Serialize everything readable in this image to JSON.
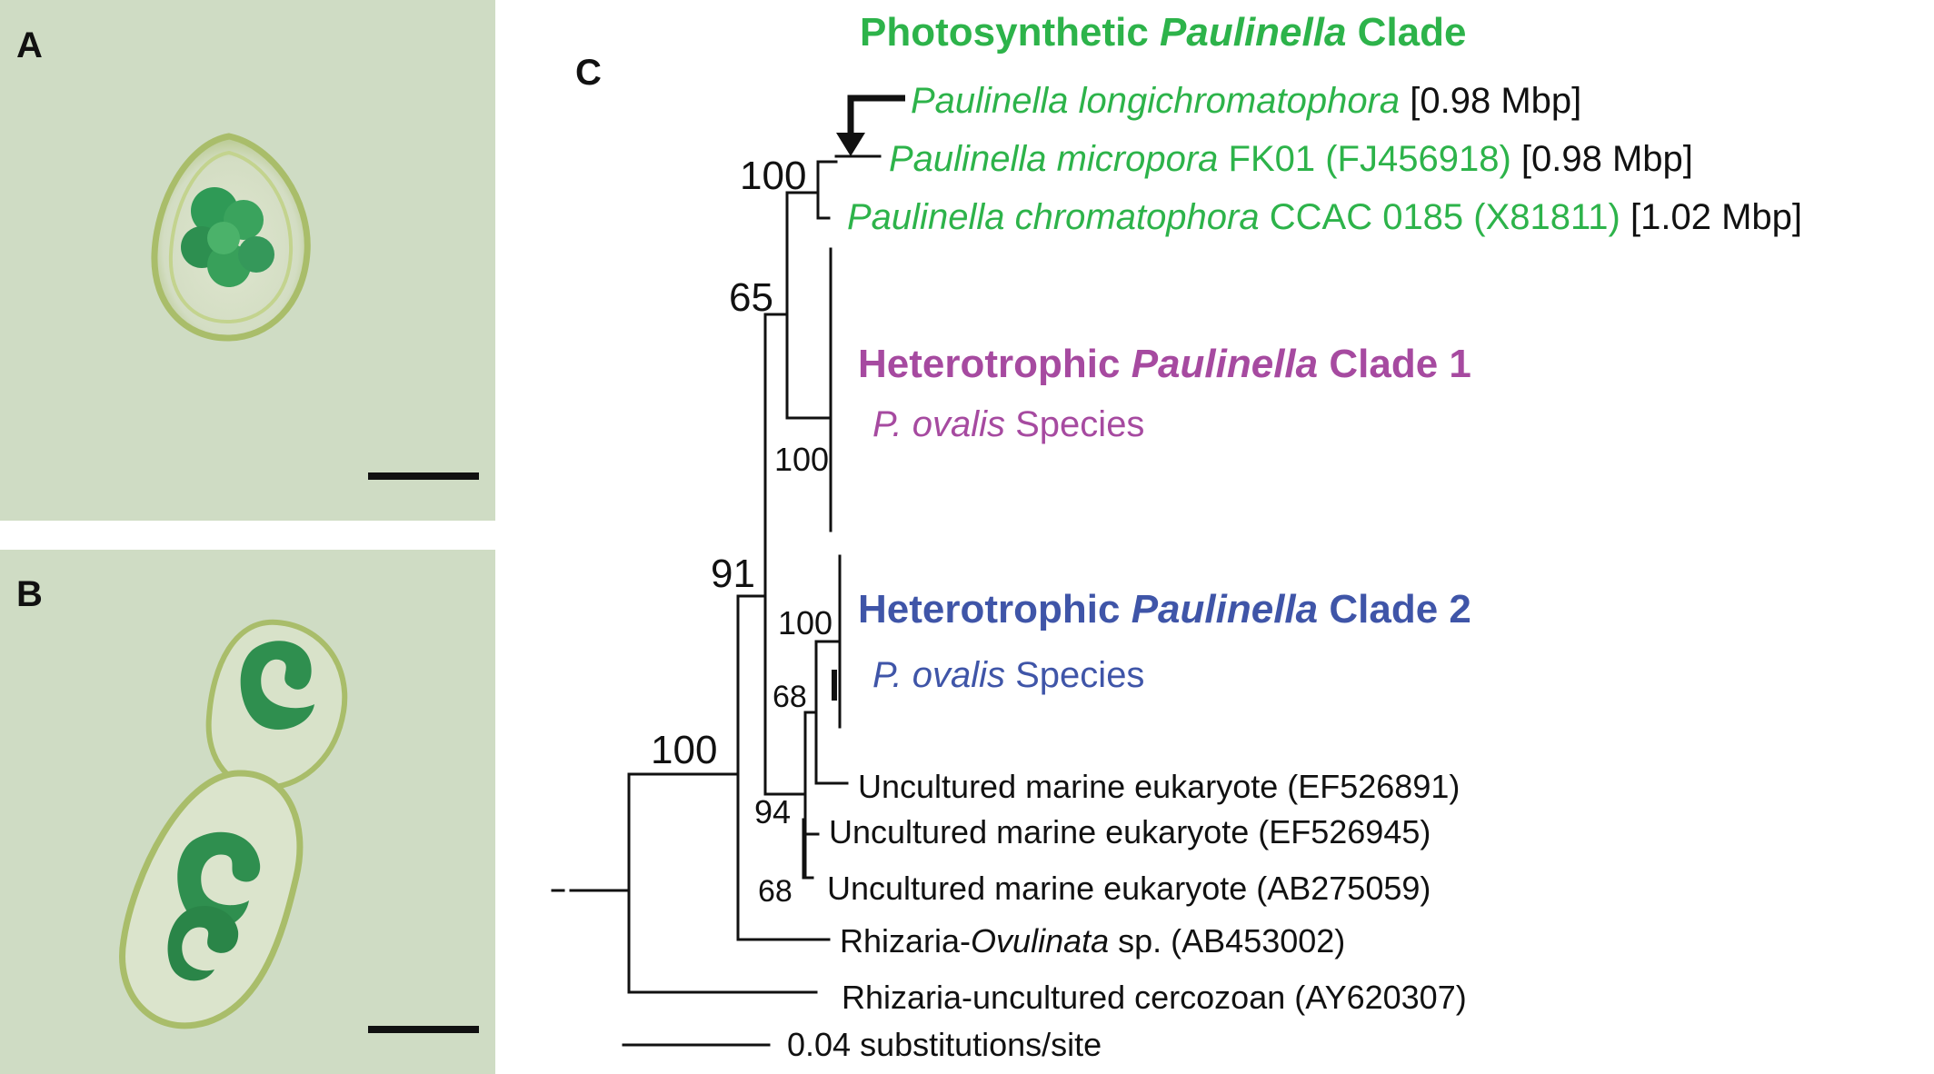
{
  "panels": {
    "a": "A",
    "b": "B",
    "c": "C"
  },
  "colors": {
    "photosynthetic": "#2db34a",
    "clade1": "#a64aa0",
    "clade2": "#3f55a8",
    "text": "#111111",
    "micrograph_bg": "#cfdcc4"
  },
  "clades": {
    "photosynthetic": {
      "pre": "Photosynthetic ",
      "genus": "Paulinella",
      "post": " Clade"
    },
    "clade1": {
      "pre": "Heterotrophic ",
      "genus": "Paulinella",
      "post": " Clade 1",
      "species_genus": "P. ovalis",
      "species_post": " Species"
    },
    "clade2": {
      "pre": "Heterotrophic ",
      "genus": "Paulinella",
      "post": " Clade 2",
      "species_genus": "P. ovalis",
      "species_post": " Species"
    }
  },
  "taxa": {
    "longichromatophora": {
      "genus": "Paulinella longichromatophora",
      "size": " [0.98 Mbp]"
    },
    "micropora": {
      "genus": "Paulinella micropora",
      "rest": " FK01 (FJ456918)",
      "size": " [0.98 Mbp]"
    },
    "chromatophora": {
      "genus": "Paulinella chromatophora",
      "rest": " CCAC 0185 (X81811)",
      "size": " [1.02 Mbp]"
    },
    "ef526891": "Uncultured marine eukaryote (EF526891)",
    "ef526945": "Uncultured marine eukaryote (EF526945)",
    "ab275059": "Uncultured marine eukaryote (AB275059)",
    "ovulinata": {
      "pre": "Rhizaria-",
      "genus": "Ovulinata",
      "post": " sp. (AB453002)"
    },
    "cercozoan": "Rhizaria-uncultured cercozoan (AY620307)"
  },
  "support": {
    "photosynthetic": "100",
    "n65": "65",
    "clade1": "100",
    "n91": "91",
    "clade2": "100",
    "n68a": "68",
    "n94": "94",
    "n68b": "68",
    "root": "100"
  },
  "scale": "0.04 substitutions/site"
}
